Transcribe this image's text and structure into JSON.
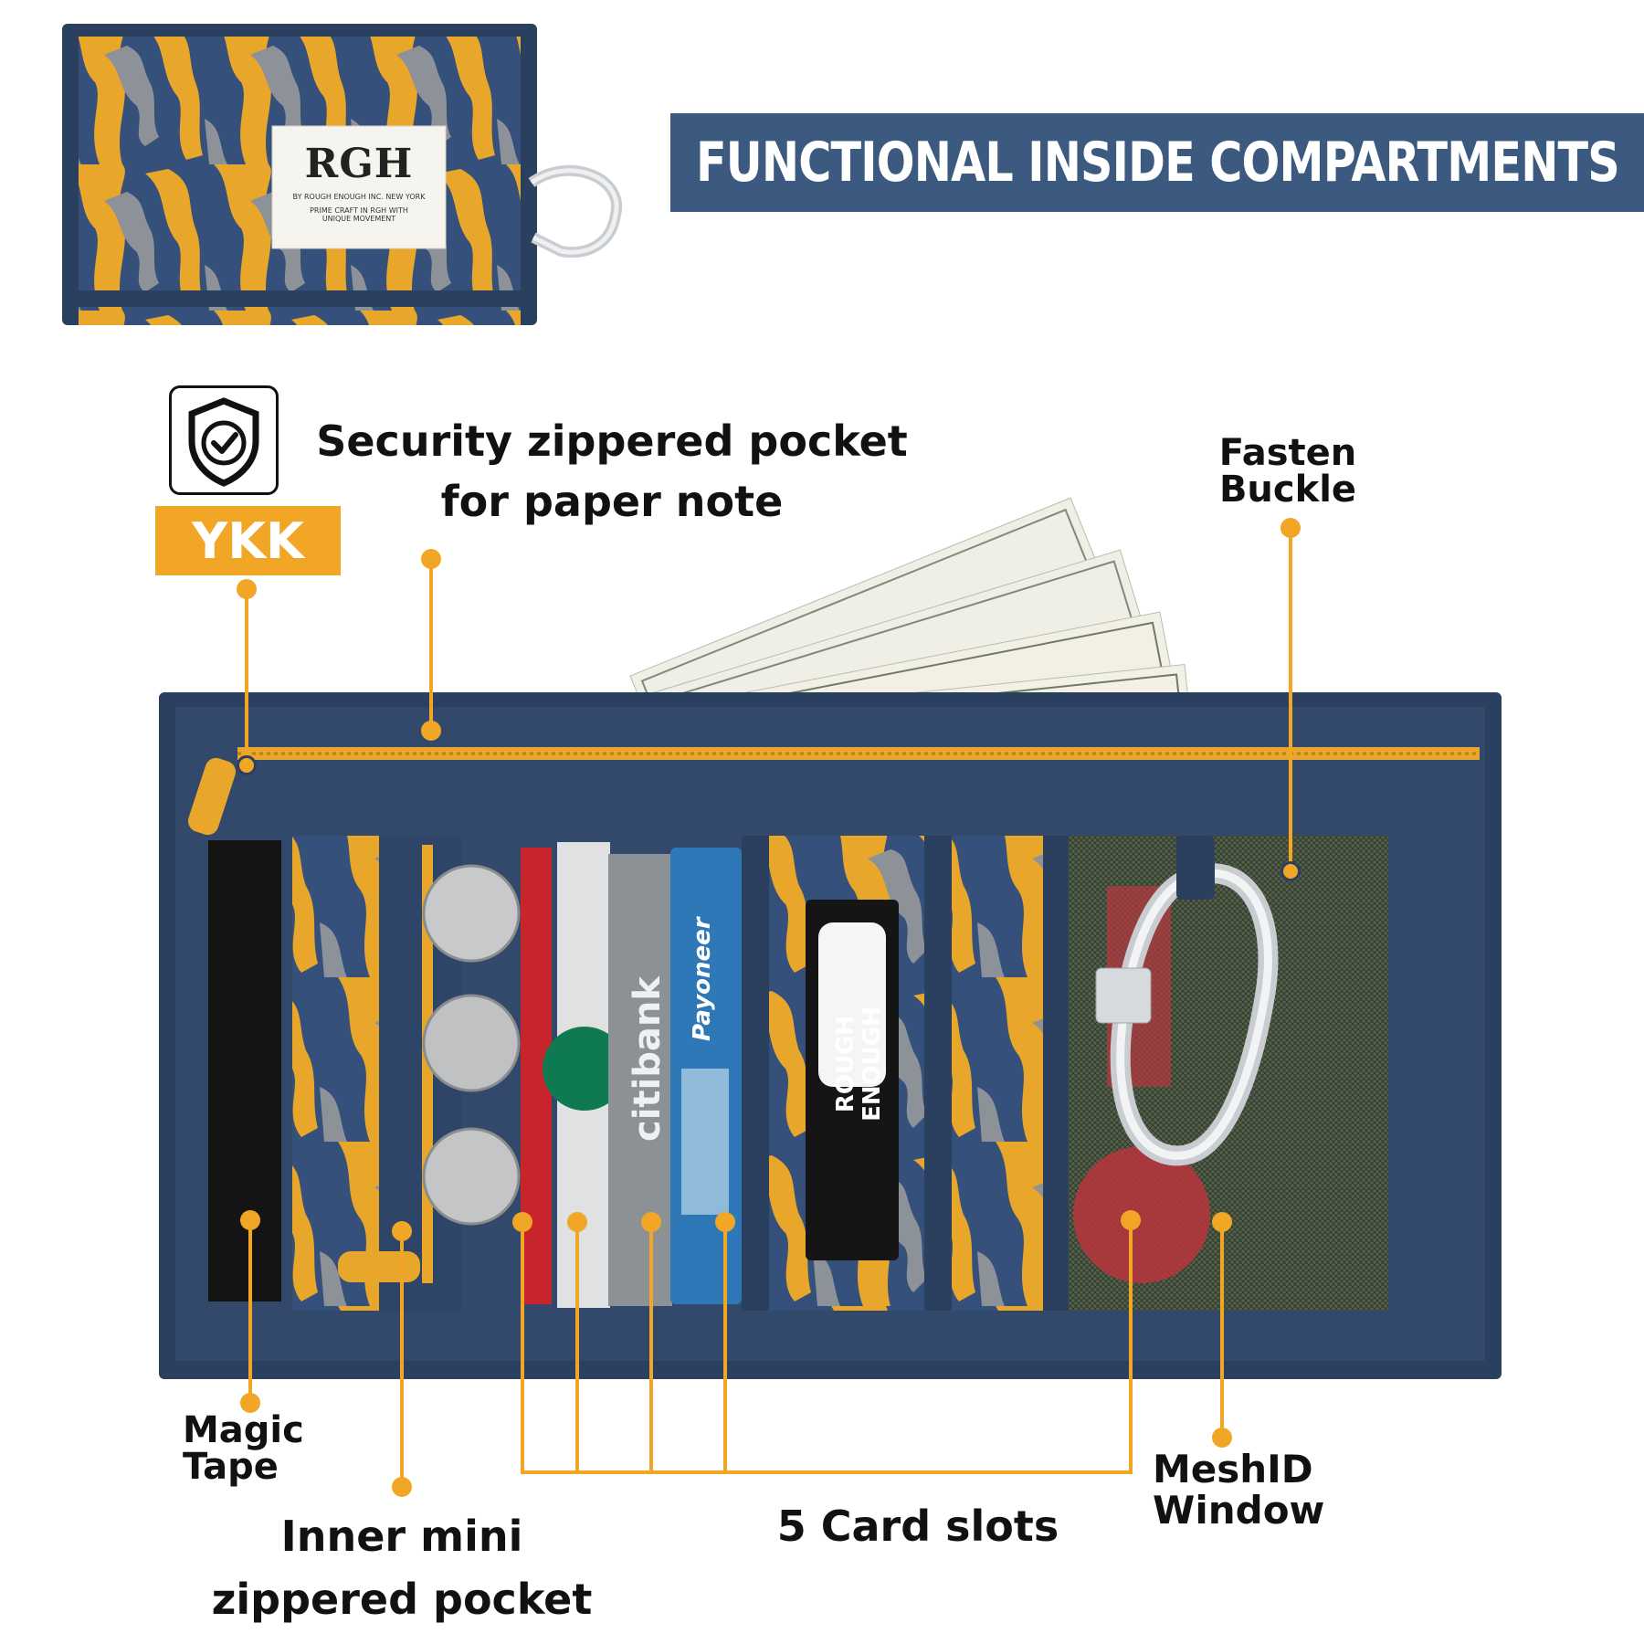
{
  "banner": {
    "title": "FUNCTIONAL INSIDE COMPARTMENTS"
  },
  "badge": {
    "brand": "YKK",
    "icon": "shield-check-icon"
  },
  "product": {
    "closed_wallet_label": {
      "brand": "RGH",
      "line1": "BY ROUGH ENOUGH INC. NEW YORK",
      "line2": "PRIME CRAFT IN RGH WITH",
      "line3": "UNIQUE MOVEMENT"
    },
    "patch_text_1": "ROUGH",
    "patch_text_2": "ENOUGH",
    "card_brand_1": "citibank",
    "card_brand_2": "Payoneer"
  },
  "callouts": {
    "security_pocket": {
      "line1": "Security zippered pocket",
      "line2": "for paper note"
    },
    "fasten_buckle": {
      "line1": "Fasten",
      "line2": "Buckle"
    },
    "magic_tape": {
      "line1": "Magic",
      "line2": "Tape"
    },
    "inner_mini_pocket": {
      "line1": "Inner mini",
      "line2": "zippered pocket"
    },
    "card_slots": {
      "line1": "5 Card slots"
    },
    "mesh_window": {
      "line1": "MeshID",
      "line2": "Window"
    }
  },
  "colors": {
    "accent_orange": "#f2a626",
    "banner_blue": "#3c5a80",
    "wallet_navy": "#2b3f5f",
    "camo_yellow": "#e8a62a",
    "camo_gray": "#8d9198"
  }
}
